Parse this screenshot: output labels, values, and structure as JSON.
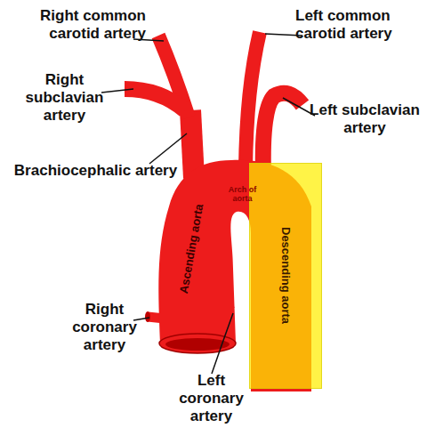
{
  "diagram": {
    "nodes": [
      {
        "text": [
          "Descending aorta"
        ]
      }
    ],
    "labels": [
      "Right common carotid artery",
      "Left common carotid artery",
      "Right subclavian artery",
      "Left subclavian artery",
      "Brachiocephalic artery",
      "Ascending aorta",
      "Arch of aorta",
      "Right coronary artery",
      "Left coronary artery"
    ]
  }
}
